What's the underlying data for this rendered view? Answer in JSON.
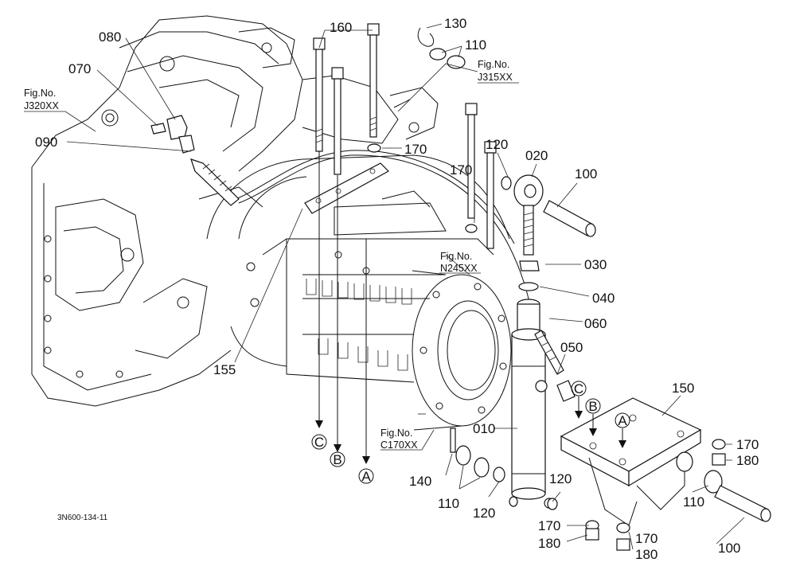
{
  "drawing_code": "3N600-134-11",
  "figure_refs": {
    "j320": {
      "line1": "Fig.No.",
      "line2": "J320XX"
    },
    "j315": {
      "line1": "Fig.No.",
      "line2": "J315XX"
    },
    "n245": {
      "line1": "Fig.No.",
      "line2": "N245XX"
    },
    "c170": {
      "line1": "Fig.No.",
      "line2": "C170XX"
    }
  },
  "part_labels": {
    "p010": "010",
    "p020": "020",
    "p030": "030",
    "p040": "040",
    "p050": "050",
    "p060": "060",
    "p070": "070",
    "p080": "080",
    "p090": "090",
    "p100a": "100",
    "p100b": "100",
    "p110a": "110",
    "p110b": "110",
    "p110c": "110",
    "p120a": "120",
    "p120b": "120",
    "p120c": "120",
    "p130": "130",
    "p140": "140",
    "p150": "150",
    "p155": "155",
    "p160": "160",
    "p170a": "170",
    "p170b": "170",
    "p170c": "170",
    "p170d": "170",
    "p170e": "170",
    "p180a": "180",
    "p180b": "180",
    "p180c": "180"
  },
  "reference_markers": {
    "c_left": "C",
    "b_left": "B",
    "a_left": "A",
    "c_right": "C",
    "b_right": "B",
    "a_right": "A"
  }
}
